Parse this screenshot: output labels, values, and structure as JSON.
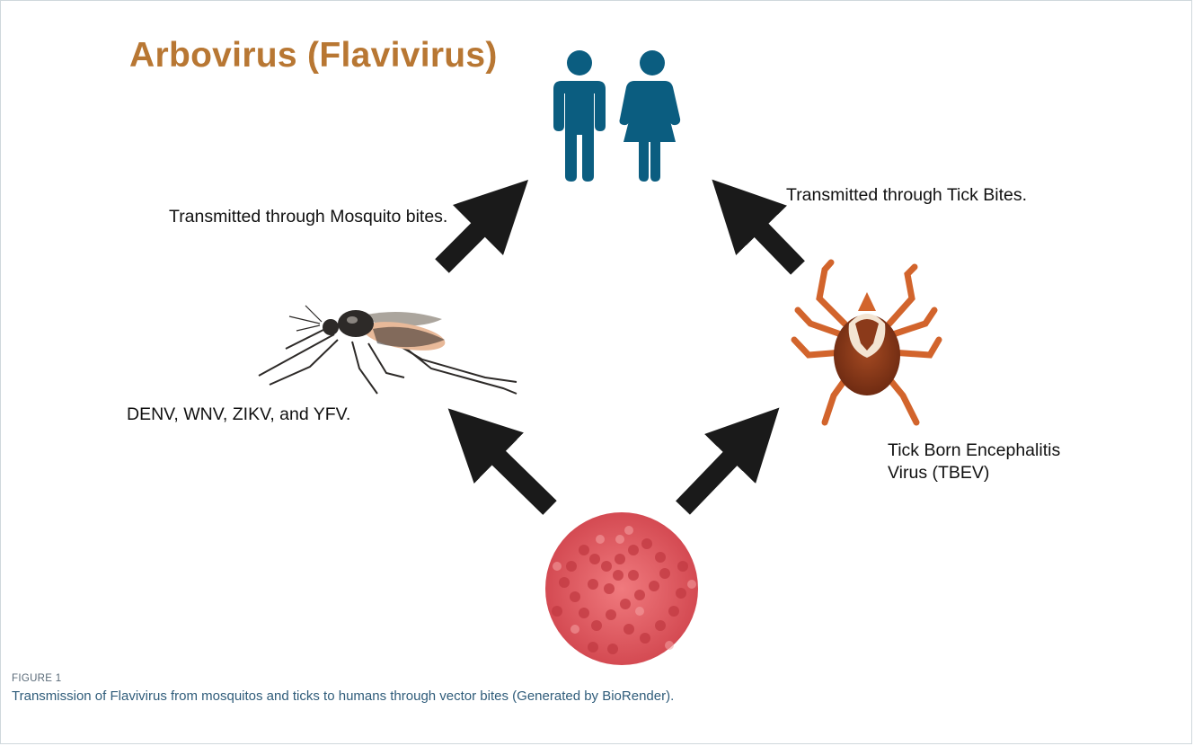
{
  "figure": {
    "title": "Arbovirus (Flavivirus)",
    "mosquito_route_label": "Transmitted through Mosquito bites.",
    "tick_route_label": "Transmitted through Tick Bites.",
    "mosquito_viruses_label": "DENV, WNV, ZIKV, and YFV.",
    "tick_virus_label": "Tick Born Encephalitis Virus (TBEV)",
    "colors": {
      "title": "#b87733",
      "human_icon": "#0b5d80",
      "arrow": "#1a1a1a",
      "virus_particle": "#e0565c",
      "tick_body": "#d2642c",
      "mosquito_body": "#2d2a28"
    },
    "icons": [
      "male-human-icon",
      "female-human-icon",
      "mosquito-icon",
      "tick-icon",
      "virus-particle-icon",
      "arrow-icon"
    ]
  },
  "caption": {
    "label": "FIGURE 1",
    "text": "Transmission of Flavivirus from mosquitos and ticks to humans through vector bites (Generated by BioRender)."
  }
}
